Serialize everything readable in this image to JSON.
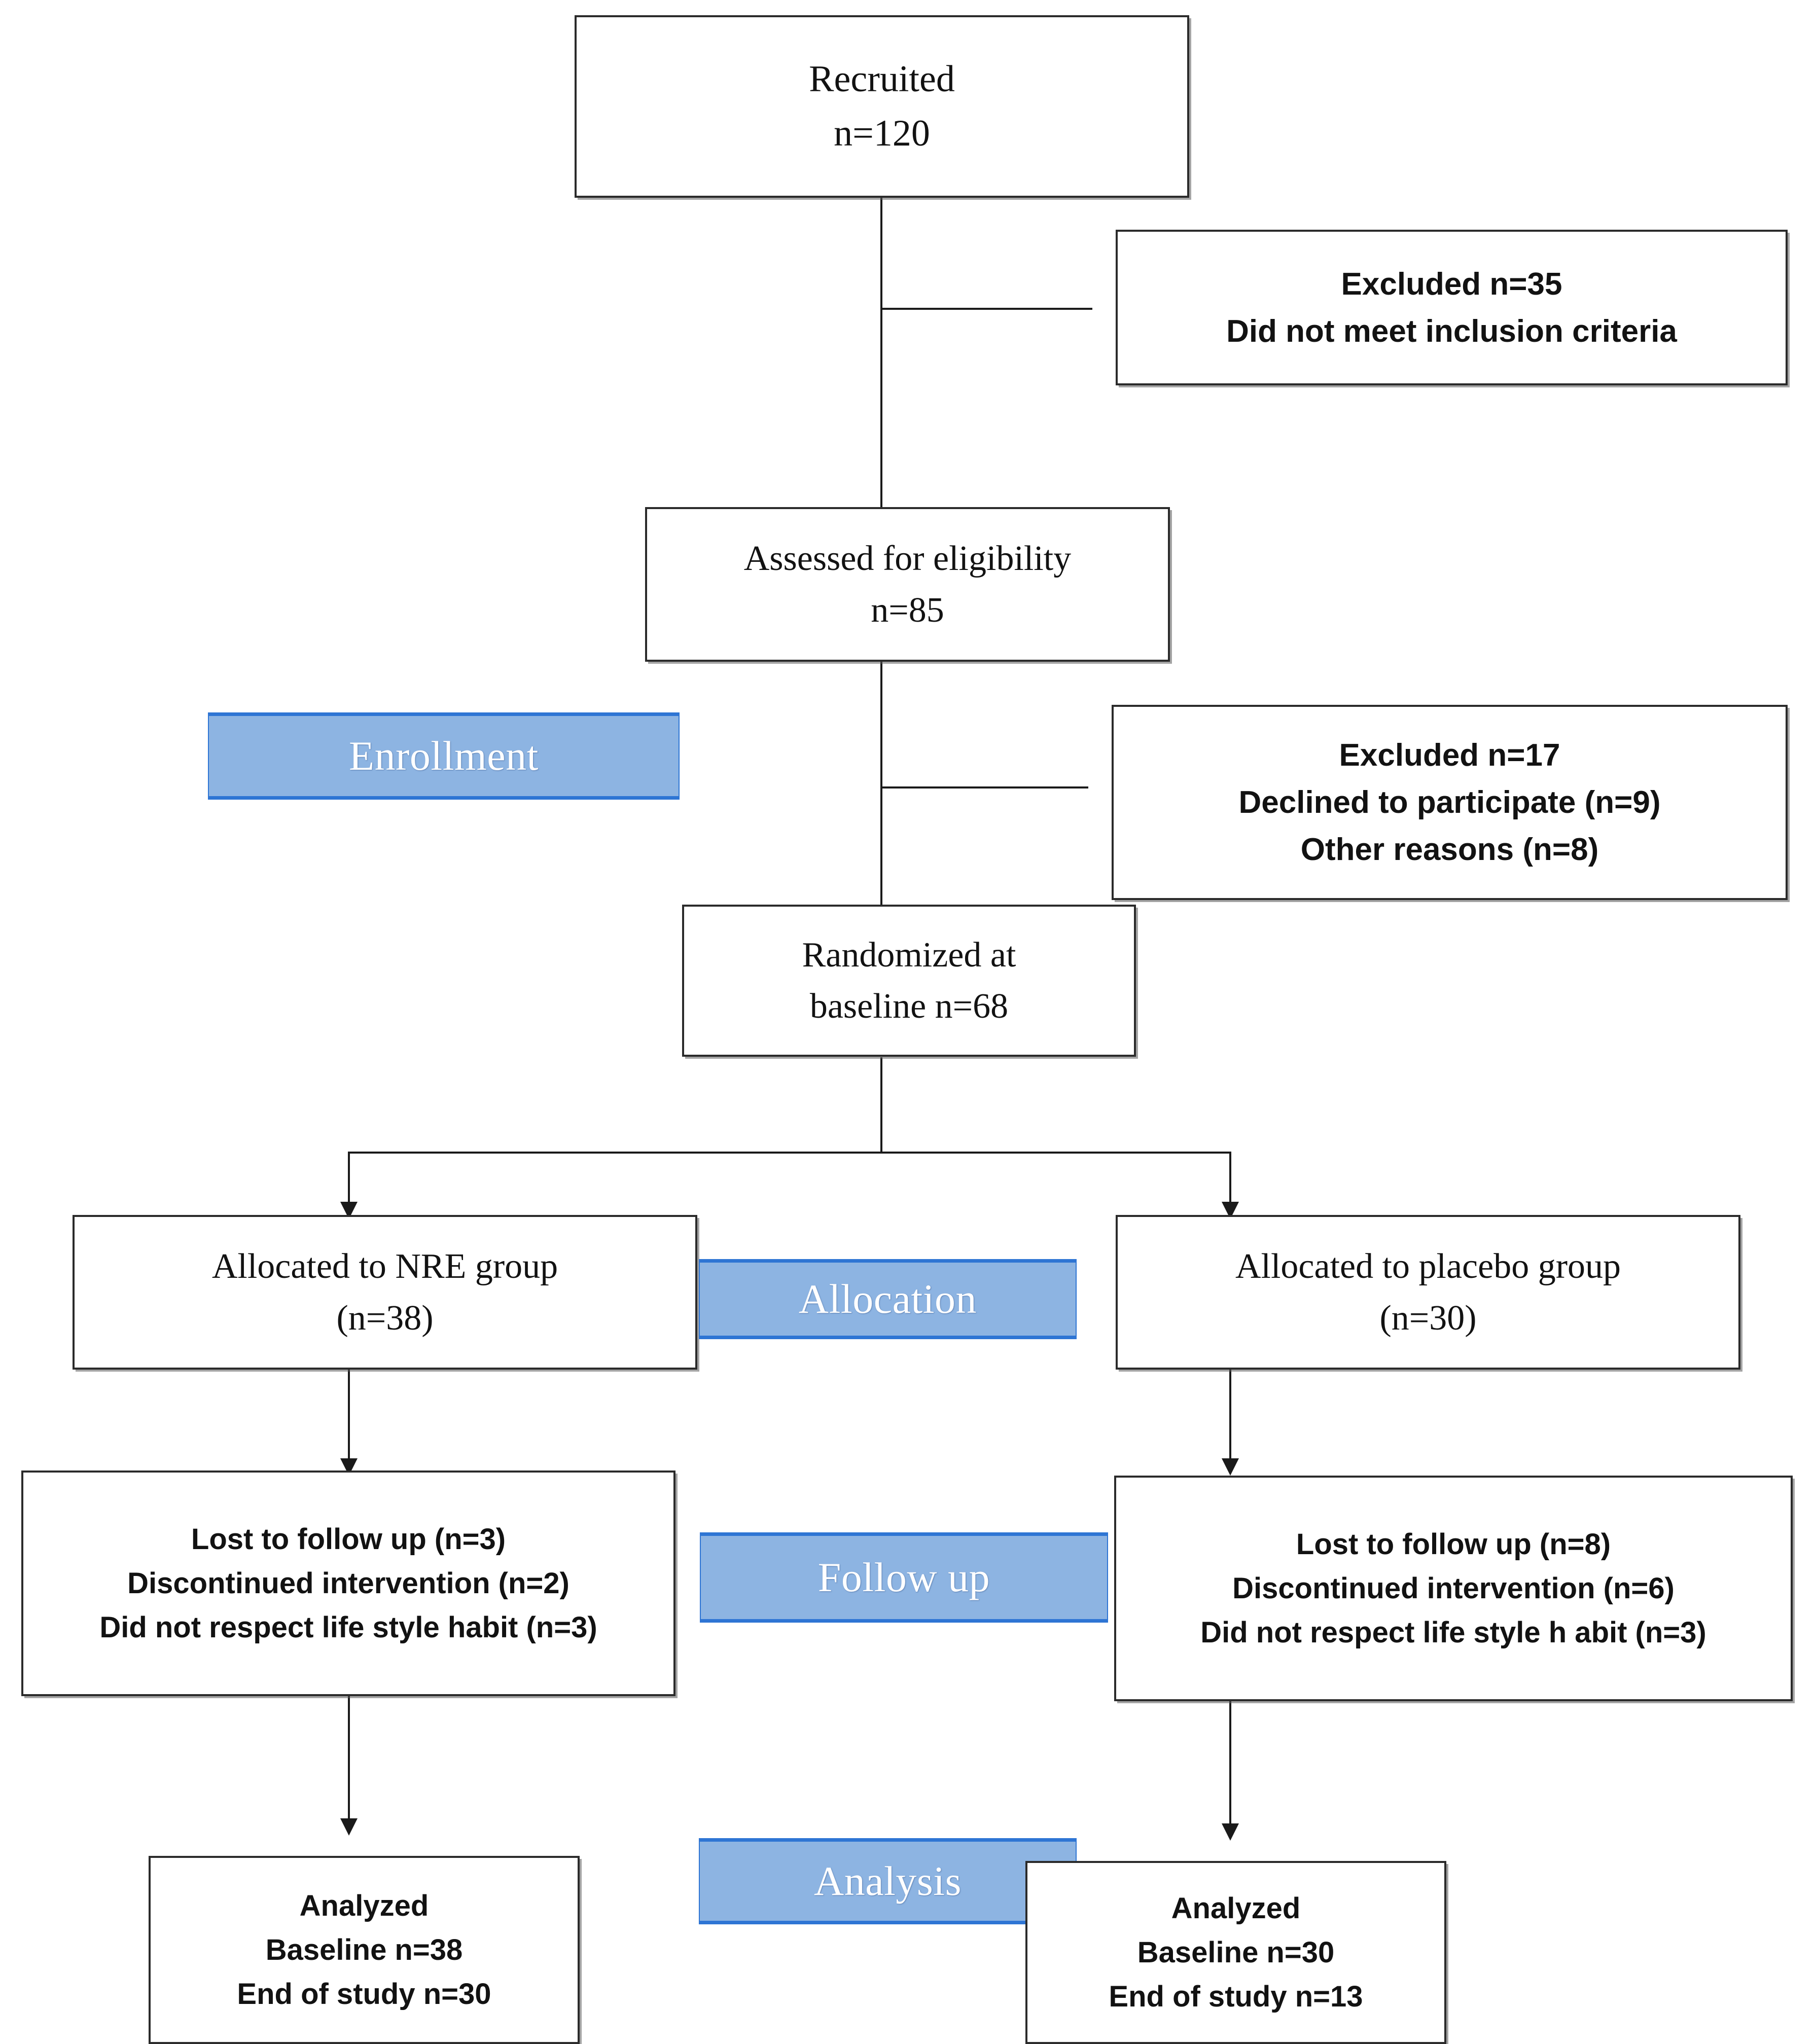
{
  "diagram": {
    "title": "CONSORT participant flow diagram",
    "accent_blue": "#8DB4E2",
    "accent_blue_border": "#2E75D4",
    "box_border": "#2b2b2b"
  },
  "stages": {
    "enrollment": "Enrollment",
    "allocation": "Allocation",
    "follow_up": "Follow up",
    "analysis": "Analysis"
  },
  "nodes": {
    "recruited": {
      "line1": "Recruited",
      "line2": "n=120"
    },
    "excluded_1": {
      "line1": "Excluded n=35",
      "line2": "Did not meet inclusion criteria"
    },
    "assessed": {
      "line1": "Assessed for eligibility",
      "line2": "n=85"
    },
    "excluded_2": {
      "line1": "Excluded n=17",
      "line2": "Declined to participate (n=9)",
      "line3": "Other reasons (n=8)"
    },
    "randomized": {
      "line1": "Randomized at",
      "line2": "baseline n=68"
    },
    "alloc_left": {
      "line1": "Allocated to NRE group",
      "line2": "(n=38)"
    },
    "alloc_right": {
      "line1": "Allocated to placebo group",
      "line2": "(n=30)"
    },
    "followup_left": {
      "line1": "Lost to follow up (n=3)",
      "line2": "Discontinued intervention (n=2)",
      "line3": "Did not respect life style habit (n=3)"
    },
    "followup_right": {
      "line1": "Lost to follow up (n=8)",
      "line2": "Discontinued intervention (n=6)",
      "line3": "Did not respect life style h abit (n=3)"
    },
    "analysis_left": {
      "line1": "Analyzed",
      "line2": "Baseline n=38",
      "line3": "End of study n=30"
    },
    "analysis_right": {
      "line1": "Analyzed",
      "line2": "Baseline n=30",
      "line3": "End of study n=13"
    }
  },
  "chart_data": {
    "type": "diagram",
    "title": "CONSORT participant flow diagram",
    "stages": [
      "Enrollment",
      "Allocation",
      "Follow up",
      "Analysis"
    ],
    "counts": {
      "recruited": 120,
      "excluded_did_not_meet_inclusion_criteria": 35,
      "assessed_for_eligibility": 85,
      "excluded_total_after_eligibility": 17,
      "declined_to_participate": 9,
      "other_reasons": 8,
      "randomized_at_baseline": 68,
      "allocated_nre_group": 38,
      "allocated_placebo_group": 30,
      "nre_lost_to_follow_up": 3,
      "nre_discontinued_intervention": 2,
      "nre_did_not_respect_life_style_habit": 3,
      "placebo_lost_to_follow_up": 8,
      "placebo_discontinued_intervention": 6,
      "placebo_did_not_respect_life_style_habit": 3,
      "analyzed_nre_baseline": 38,
      "analyzed_nre_end_of_study": 30,
      "analyzed_placebo_baseline": 30,
      "analyzed_placebo_end_of_study": 13
    }
  }
}
